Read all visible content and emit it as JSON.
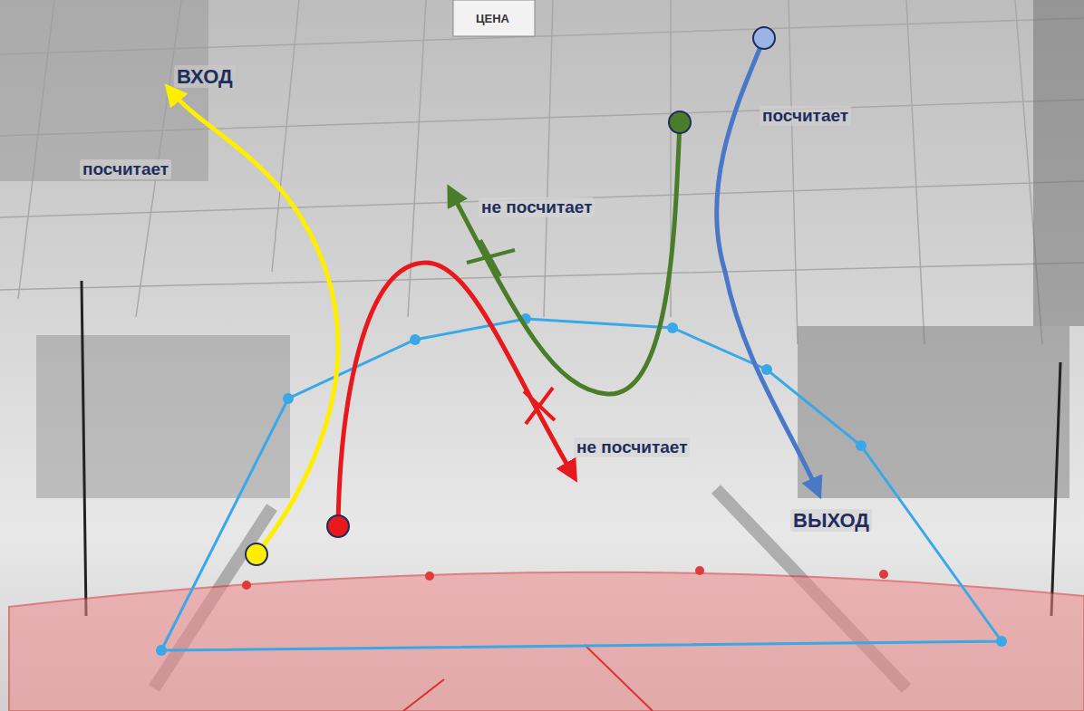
{
  "diagram": {
    "labels": [
      "ЦЕНА",
      "ВХОД",
      "посчитает",
      "посчитает",
      "не посчитает",
      "не посчитает",
      "ВЫХОД"
    ]
  }
}
